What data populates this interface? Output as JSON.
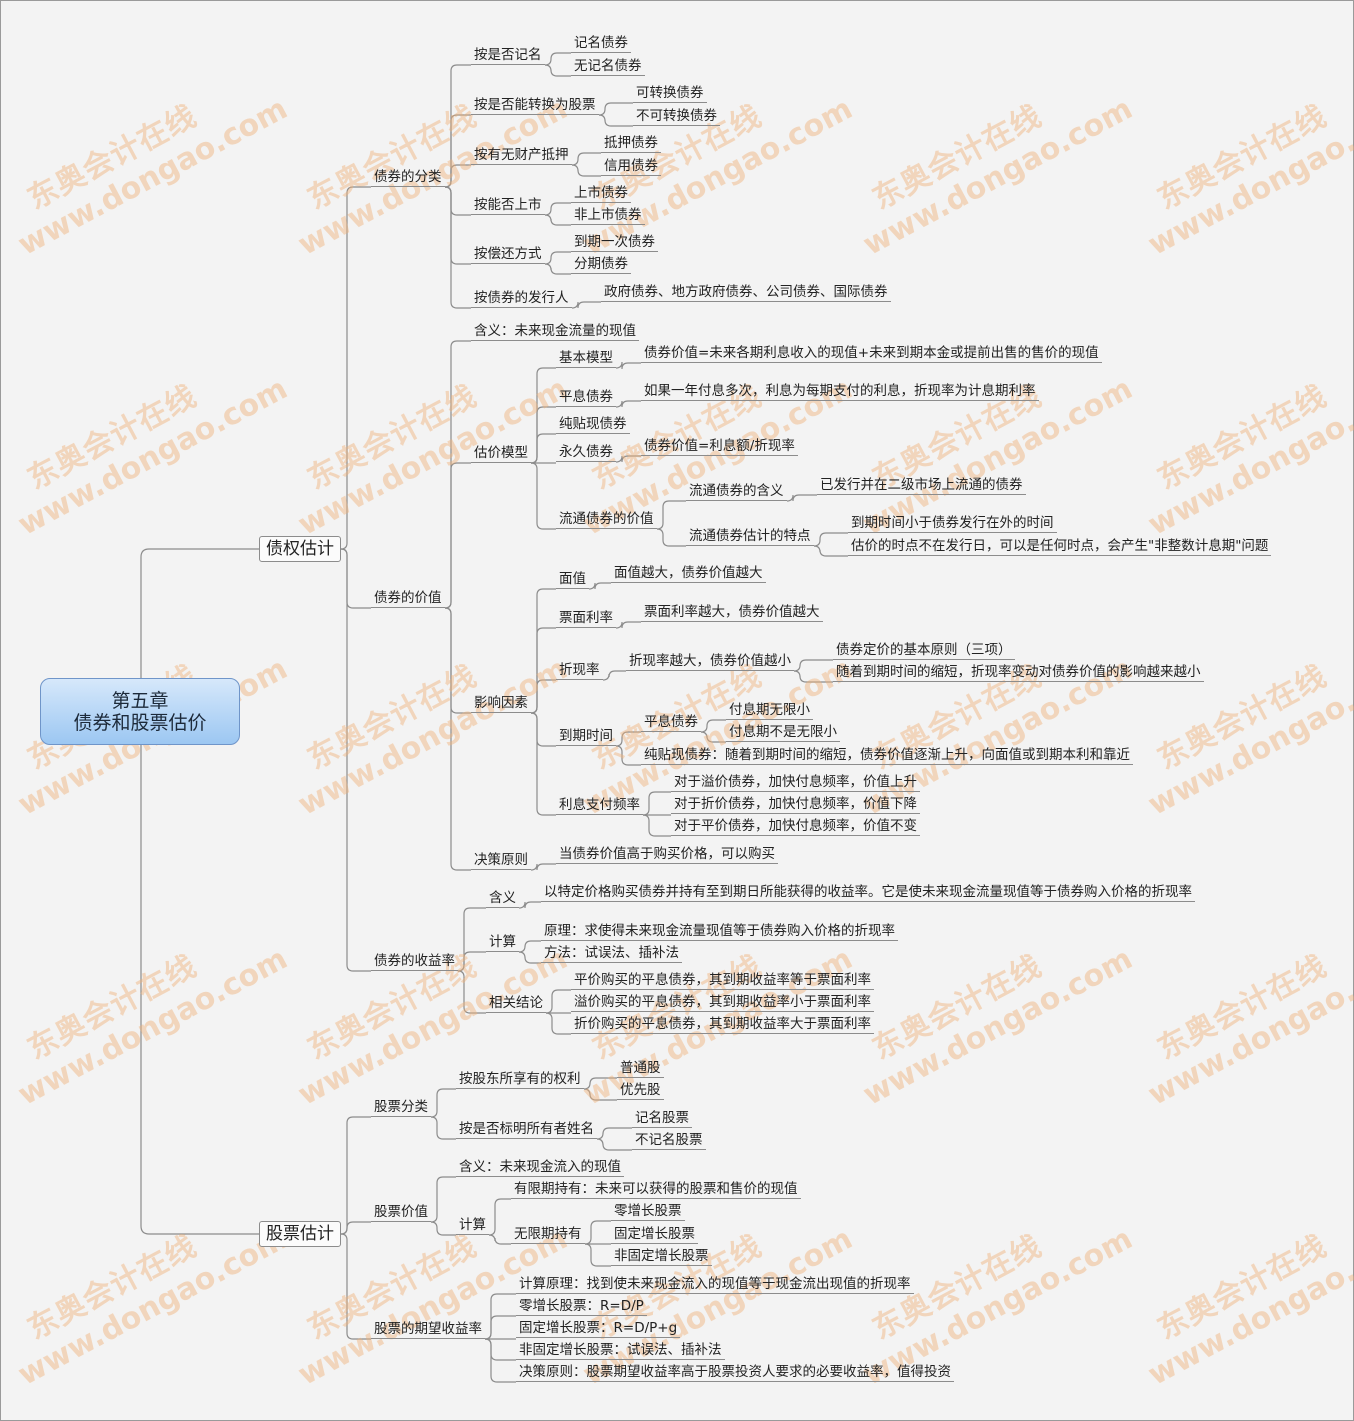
{
  "root": {
    "line1": "第五章",
    "line2": "债券和股票估价"
  },
  "watermark": {
    "name": "东奥会计在线",
    "url": "www.dongao.com"
  },
  "branches": [
    {
      "label": "债权估计",
      "children": [
        {
          "label": "债券的分类",
          "children": [
            {
              "label": "按是否记名",
              "children": [
                {
                  "label": "记名债券"
                },
                {
                  "label": "无记名债券"
                }
              ]
            },
            {
              "label": "按是否能转换为股票",
              "children": [
                {
                  "label": "可转换债券"
                },
                {
                  "label": "不可转换债券"
                }
              ]
            },
            {
              "label": "按有无财产抵押",
              "children": [
                {
                  "label": "抵押债券"
                },
                {
                  "label": "信用债券"
                }
              ]
            },
            {
              "label": "按能否上市",
              "children": [
                {
                  "label": "上市债券"
                },
                {
                  "label": "非上市债券"
                }
              ]
            },
            {
              "label": "按偿还方式",
              "children": [
                {
                  "label": "到期一次债券"
                },
                {
                  "label": "分期债券"
                }
              ]
            },
            {
              "label": "按债券的发行人",
              "children": [
                {
                  "label": "政府债券、地方政府债券、公司债券、国际债券"
                }
              ]
            }
          ]
        },
        {
          "label": "债券的价值",
          "children": [
            {
              "label": "含义：未来现金流量的现值"
            },
            {
              "label": "估价模型",
              "children": [
                {
                  "label": "基本模型",
                  "children": [
                    {
                      "label": "债券价值=未来各期利息收入的现值+未来到期本金或提前出售的售价的现值"
                    }
                  ]
                },
                {
                  "label": "平息债券",
                  "children": [
                    {
                      "label": "如果一年付息多次，利息为每期支付的利息，折现率为计息期利率"
                    }
                  ]
                },
                {
                  "label": "纯贴现债券"
                },
                {
                  "label": "永久债券",
                  "children": [
                    {
                      "label": "债券价值=利息额/折现率"
                    }
                  ]
                },
                {
                  "label": "流通债券的价值",
                  "children": [
                    {
                      "label": "流通债券的含义",
                      "children": [
                        {
                          "label": "已发行并在二级市场上流通的债券"
                        }
                      ]
                    },
                    {
                      "label": "流通债券估计的特点",
                      "children": [
                        {
                          "label": "到期时间小于债券发行在外的时间"
                        },
                        {
                          "label": "估价的时点不在发行日，可以是任何时点，会产生\"非整数计息期\"问题"
                        }
                      ]
                    }
                  ]
                }
              ]
            },
            {
              "label": "影响因素",
              "children": [
                {
                  "label": "面值",
                  "children": [
                    {
                      "label": "面值越大，债券价值越大"
                    }
                  ]
                },
                {
                  "label": "票面利率",
                  "children": [
                    {
                      "label": "票面利率越大，债券价值越大"
                    }
                  ]
                },
                {
                  "label": "折现率",
                  "children": [
                    {
                      "label": "折现率越大，债券价值越小",
                      "children": [
                        {
                          "label": "债券定价的基本原则（三项）"
                        },
                        {
                          "label": "随着到期时间的缩短，折现率变动对债券价值的影响越来越小"
                        }
                      ]
                    }
                  ]
                },
                {
                  "label": "到期时间",
                  "children": [
                    {
                      "label": "平息债券",
                      "children": [
                        {
                          "label": "付息期无限小"
                        },
                        {
                          "label": "付息期不是无限小"
                        }
                      ]
                    },
                    {
                      "label": "纯贴现债券：随着到期时间的缩短，债券价值逐渐上升，向面值或到期本利和靠近"
                    }
                  ]
                },
                {
                  "label": "利息支付频率",
                  "children": [
                    {
                      "label": "对于溢价债券，加快付息频率，价值上升"
                    },
                    {
                      "label": "对于折价债券，加快付息频率，价值下降"
                    },
                    {
                      "label": "对于平价债券，加快付息频率，价值不变"
                    }
                  ]
                }
              ]
            },
            {
              "label": "决策原则",
              "children": [
                {
                  "label": "当债券价值高于购买价格，可以购买"
                }
              ]
            }
          ]
        },
        {
          "label": "债券的收益率",
          "children": [
            {
              "label": "含义",
              "children": [
                {
                  "label": "以特定价格购买债券并持有至到期日所能获得的收益率。它是使未来现金流量现值等于债券购入价格的折现率"
                }
              ]
            },
            {
              "label": "计算",
              "children": [
                {
                  "label": "原理：求使得未来现金流量现值等于债券购入价格的折现率"
                },
                {
                  "label": "方法：试误法、插补法"
                }
              ]
            },
            {
              "label": "相关结论",
              "children": [
                {
                  "label": "平价购买的平息债券，其到期收益率等于票面利率"
                },
                {
                  "label": "溢价购买的平息债券，其到期收益率小于票面利率"
                },
                {
                  "label": "折价购买的平息债券，其到期收益率大于票面利率"
                }
              ]
            }
          ]
        }
      ]
    },
    {
      "label": "股票估计",
      "children": [
        {
          "label": "股票分类",
          "children": [
            {
              "label": "按股东所享有的权利",
              "children": [
                {
                  "label": "普通股"
                },
                {
                  "label": "优先股"
                }
              ]
            },
            {
              "label": "按是否标明所有者姓名",
              "children": [
                {
                  "label": "记名股票"
                },
                {
                  "label": "不记名股票"
                }
              ]
            }
          ]
        },
        {
          "label": "股票价值",
          "children": [
            {
              "label": "含义：未来现金流入的现值"
            },
            {
              "label": "计算",
              "children": [
                {
                  "label": "有限期持有：未来可以获得的股票和售价的现值"
                },
                {
                  "label": "无限期持有",
                  "children": [
                    {
                      "label": "零增长股票"
                    },
                    {
                      "label": "固定增长股票"
                    },
                    {
                      "label": "非固定增长股票"
                    }
                  ]
                }
              ]
            }
          ]
        },
        {
          "label": "股票的期望收益率",
          "children": [
            {
              "label": "计算原理：找到使未来现金流入的现值等于现金流出现值的折现率"
            },
            {
              "label": "零增长股票：R=D/P"
            },
            {
              "label": "固定增长股票：R=D/P+g"
            },
            {
              "label": "非固定增长股票：试误法、插补法"
            },
            {
              "label": "决策原则：股票期望收益率高于股票投资人要求的必要收益率，值得投资"
            }
          ]
        }
      ]
    }
  ]
}
